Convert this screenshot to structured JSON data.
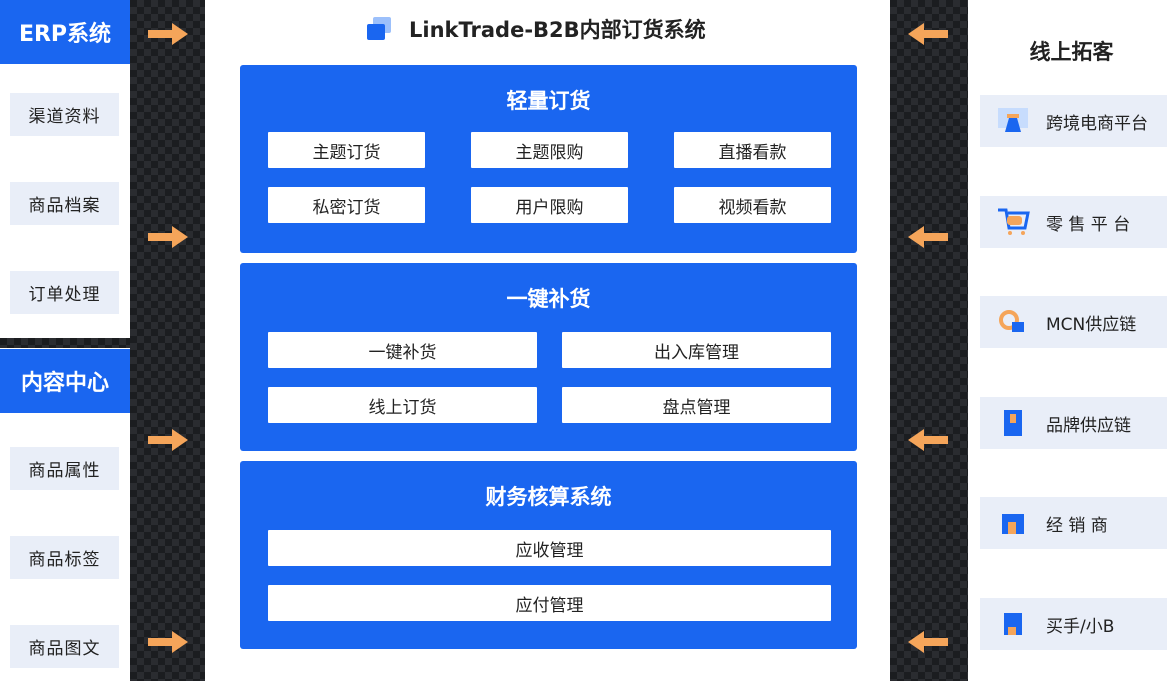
{
  "left": {
    "groups": [
      {
        "header": "ERP系统",
        "items": [
          "渠道资料",
          "商品档案",
          "订单处理"
        ]
      },
      {
        "header": "内容中心",
        "items": [
          "商品属性",
          "商品标签",
          "商品图文"
        ]
      }
    ]
  },
  "center": {
    "title": "LinkTrade-B2B内部订货系统",
    "blocks": [
      {
        "title": "轻量订货",
        "buttons": [
          "主题订货",
          "主题限购",
          "直播看款",
          "私密订货",
          "用户限购",
          "视频看款"
        ]
      },
      {
        "title": "一键补货",
        "buttons": [
          "一键补货",
          "出入库管理",
          "线上订货",
          "盘点管理"
        ]
      },
      {
        "title": "财务核算系统",
        "buttons": [
          "应收管理",
          "应付管理"
        ]
      }
    ]
  },
  "right": {
    "title": "线上拓客",
    "items": [
      {
        "label": "跨境电商平台",
        "icon": "monitor-icon"
      },
      {
        "label": "零 售 平 台",
        "icon": "cart-icon"
      },
      {
        "label": "MCN供应链",
        "icon": "chain-icon"
      },
      {
        "label": "品牌供应链",
        "icon": "document-icon"
      },
      {
        "label": "经 销 商",
        "icon": "store-icon"
      },
      {
        "label": "买手/小B",
        "icon": "person-icon"
      }
    ]
  },
  "colors": {
    "primary": "#1a66f0",
    "arrow": "#f5a55a",
    "item_bg": "#e9eef8"
  }
}
